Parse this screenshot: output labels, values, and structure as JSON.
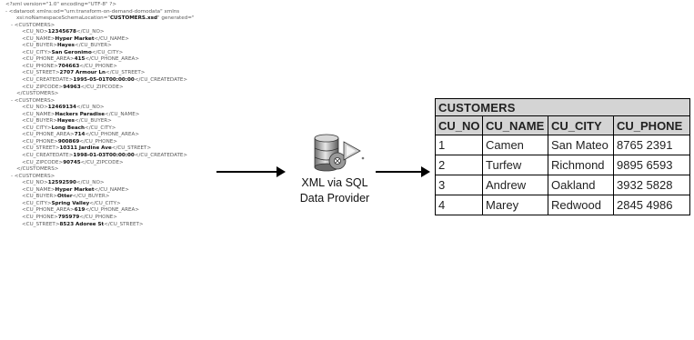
{
  "xml_lines": [
    {
      "pre": "<?xml version=\"1.0\" encoding=\"UTF-8\" ?>",
      "val": "",
      "post": "",
      "indent": 0
    },
    {
      "pre": "- <dataroot xmlns:od=\"urn:transform-on-demand-domodata\" xmlns",
      "val": "",
      "post": "",
      "indent": 0
    },
    {
      "pre": "xsi:noNamespaceSchemaLocation=\"",
      "val": "CUSTOMERS.xsd",
      "post": "\" generated=\"",
      "indent": 2
    },
    {
      "pre": "- <CUSTOMERS>",
      "val": "",
      "post": "",
      "indent": 1
    },
    {
      "pre": "<CU_NO>",
      "val": "12345678",
      "post": "</CU_NO>",
      "indent": 3
    },
    {
      "pre": "<CU_NAME>",
      "val": "Hyper Market",
      "post": "</CU_NAME>",
      "indent": 3
    },
    {
      "pre": "<CU_BUYER>",
      "val": "Hayes",
      "post": "</CU_BUYER>",
      "indent": 3
    },
    {
      "pre": "<CU_CITY>",
      "val": "San Geronimo",
      "post": "</CU_CITY>",
      "indent": 3
    },
    {
      "pre": "<CU_PHONE_AREA>",
      "val": "415",
      "post": "</CU_PHONE_AREA>",
      "indent": 3
    },
    {
      "pre": "<CU_PHONE>",
      "val": "704663",
      "post": "</CU_PHONE>",
      "indent": 3
    },
    {
      "pre": "<CU_STREET>",
      "val": "2707 Armour Ln",
      "post": "</CU_STREET>",
      "indent": 3
    },
    {
      "pre": "<CU_CREATEDATE>",
      "val": "1995-05-01T00:00:00",
      "post": "</CU_CREATEDATE>",
      "indent": 3
    },
    {
      "pre": "<CU_ZIPCODE>",
      "val": "94963",
      "post": "</CU_ZIPCODE>",
      "indent": 3
    },
    {
      "pre": "</CUSTOMERS>",
      "val": "",
      "post": "",
      "indent": 2
    },
    {
      "pre": "- <CUSTOMERS>",
      "val": "",
      "post": "",
      "indent": 1
    },
    {
      "pre": "<CU_NO>",
      "val": "12469134",
      "post": "</CU_NO>",
      "indent": 3
    },
    {
      "pre": "<CU_NAME>",
      "val": "Hackers Paradise",
      "post": "</CU_NAME>",
      "indent": 3
    },
    {
      "pre": "<CU_BUYER>",
      "val": "Hayes",
      "post": "</CU_BUYER>",
      "indent": 3
    },
    {
      "pre": "<CU_CITY>",
      "val": "Long Beach",
      "post": "</CU_CITY>",
      "indent": 3
    },
    {
      "pre": "<CU_PHONE_AREA>",
      "val": "714",
      "post": "</CU_PHONE_AREA>",
      "indent": 3
    },
    {
      "pre": "<CU_PHONE>",
      "val": "900869",
      "post": "</CU_PHONE>",
      "indent": 3
    },
    {
      "pre": "<CU_STREET>",
      "val": "10311 Jardine Ave",
      "post": "</CU_STREET>",
      "indent": 3
    },
    {
      "pre": "<CU_CREATEDATE>",
      "val": "1998-01-03T00:00:00",
      "post": "</CU_CREATEDATE>",
      "indent": 3
    },
    {
      "pre": "<CU_ZIPCODE>",
      "val": "90745",
      "post": "</CU_ZIPCODE>",
      "indent": 3
    },
    {
      "pre": "</CUSTOMERS>",
      "val": "",
      "post": "",
      "indent": 2
    },
    {
      "pre": "- <CUSTOMERS>",
      "val": "",
      "post": "",
      "indent": 1
    },
    {
      "pre": "<CU_NO>",
      "val": "12592590",
      "post": "</CU_NO>",
      "indent": 3
    },
    {
      "pre": "<CU_NAME>",
      "val": "Hyper Market",
      "post": "</CU_NAME>",
      "indent": 3
    },
    {
      "pre": "<CU_BUYER>",
      "val": "Otter",
      "post": "</CU_BUYER>",
      "indent": 3
    },
    {
      "pre": "<CU_CITY>",
      "val": "Spring Valley",
      "post": "</CU_CITY>",
      "indent": 3
    },
    {
      "pre": "<CU_PHONE_AREA>",
      "val": "619",
      "post": "</CU_PHONE_AREA>",
      "indent": 3
    },
    {
      "pre": "<CU_PHONE>",
      "val": "795979",
      "post": "</CU_PHONE>",
      "indent": 3
    },
    {
      "pre": "<CU_STREET>",
      "val": "8523 Adoree St",
      "post": "</CU_STREET>",
      "indent": 3
    }
  ],
  "provider": {
    "label_line1": "XML via SQL",
    "label_line2": "Data Provider",
    "icon": "database-gear-play-icon"
  },
  "table": {
    "caption": "CUSTOMERS",
    "columns": [
      "CU_NO",
      "CU_NAME",
      "CU_CITY",
      "CU_PHONE"
    ],
    "rows": [
      [
        "1",
        "Camen",
        "San Mateo",
        "8765 2391"
      ],
      [
        "2",
        "Turfew",
        "Richmond",
        "9895 6593"
      ],
      [
        "3",
        "Andrew",
        "Oakland",
        "3932 5828"
      ],
      [
        "4",
        "Marey",
        "Redwood",
        "2845 4986"
      ]
    ]
  },
  "colors": {
    "header_fill": "#d4d4d4",
    "arrow": "#000000"
  }
}
